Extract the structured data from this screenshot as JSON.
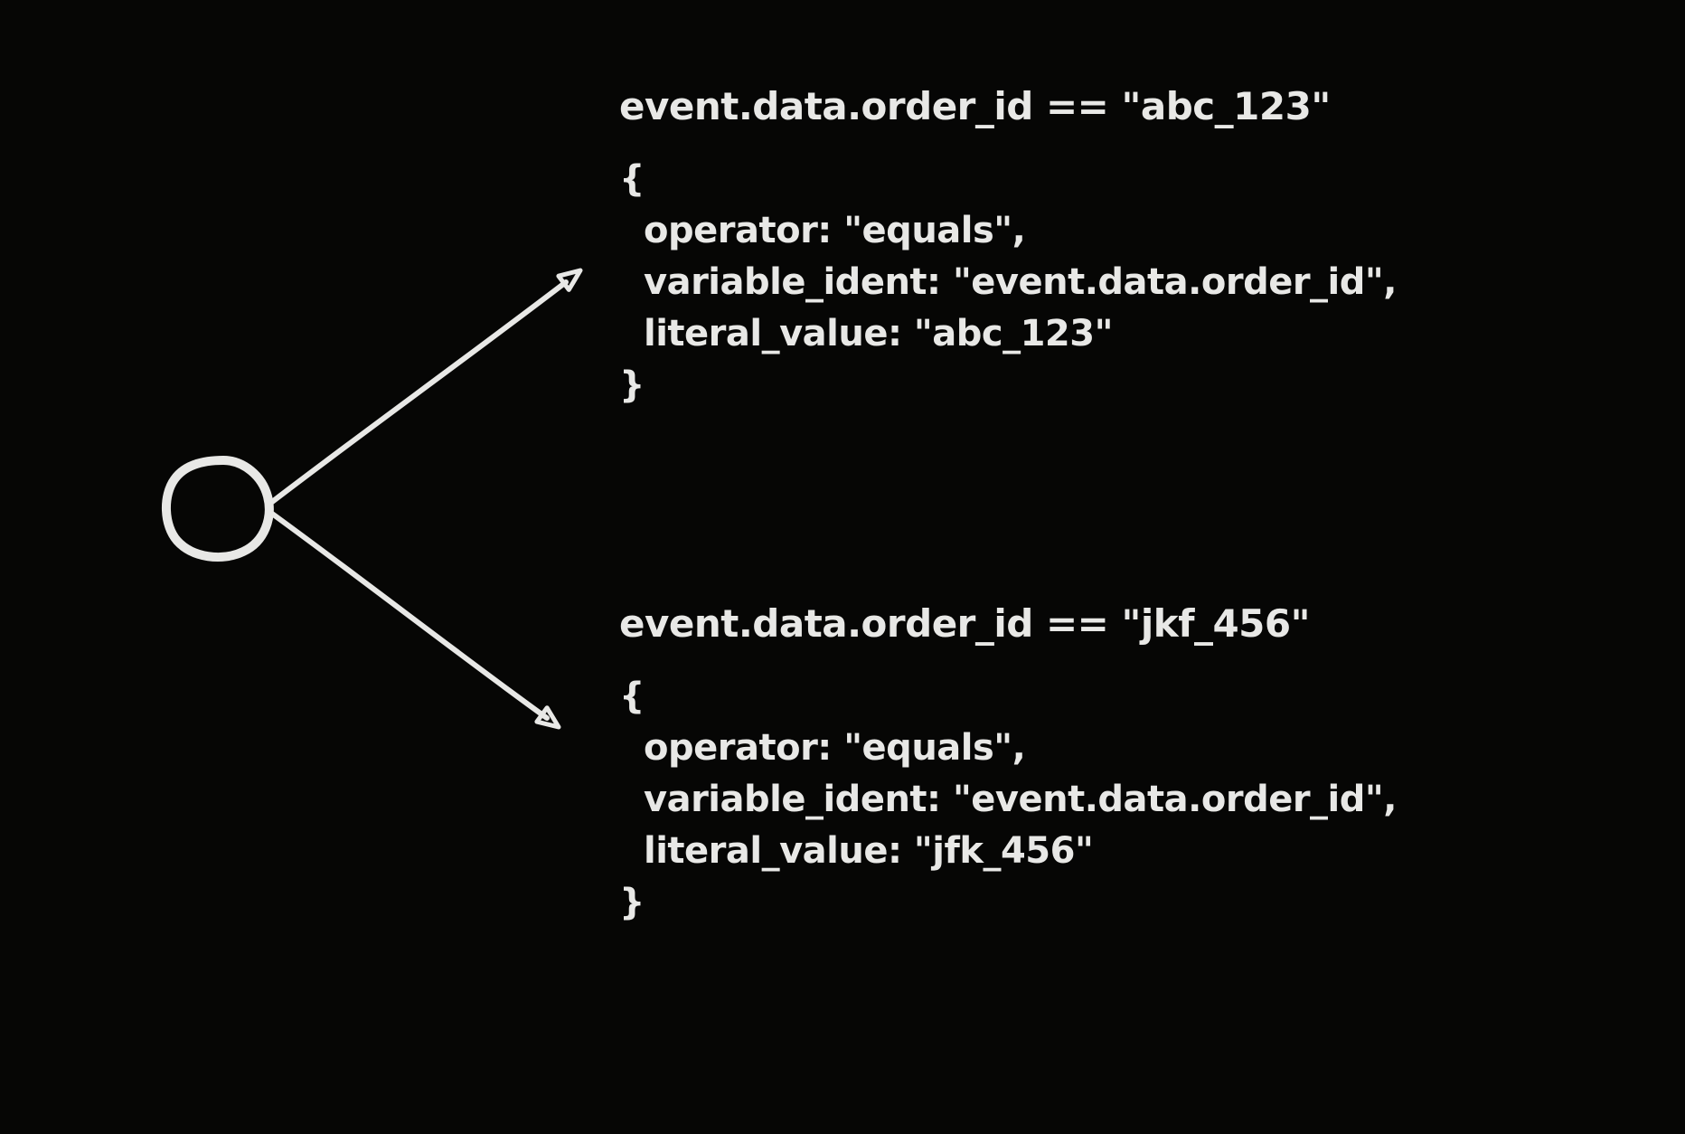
{
  "colors": {
    "background": "#060605",
    "ink": "#e8e8e6"
  },
  "node": {
    "shape": "circle"
  },
  "branches": [
    {
      "title": "event.data.order_id == \"abc_123\"",
      "lines": [
        "{",
        "operator: \"equals\",",
        "variable_ident: \"event.data.order_id\",",
        "literal_value: \"abc_123\"",
        "}"
      ]
    },
    {
      "title": "event.data.order_id == \"jkf_456\"",
      "lines": [
        "{",
        "operator: \"equals\",",
        "variable_ident: \"event.data.order_id\",",
        "literal_value: \"jfk_456\"",
        "}"
      ]
    }
  ]
}
